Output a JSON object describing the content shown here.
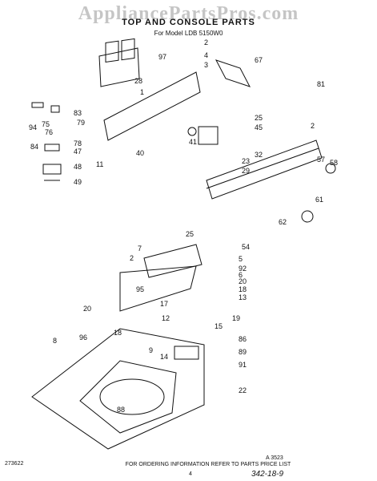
{
  "watermark": "AppliancePartsPros.com",
  "title": "TOP AND CONSOLE PARTS",
  "model_line": "For Model LDB 5150W0",
  "footer": {
    "code_left": "273622",
    "code_right": "A 3523",
    "note": "FOR ORDERING INFORMATION REFER TO PARTS PRICE LIST",
    "page": "4",
    "handwritten": "342-18-9"
  },
  "callouts": [
    "97",
    "2",
    "3",
    "4",
    "67",
    "28",
    "1",
    "81",
    "83",
    "79",
    "94",
    "75",
    "76",
    "78",
    "84",
    "47",
    "48",
    "49",
    "25",
    "45",
    "2",
    "41",
    "40",
    "11",
    "32",
    "57",
    "58",
    "23",
    "29",
    "61",
    "62",
    "25",
    "54",
    "7",
    "2",
    "5",
    "92",
    "6",
    "20",
    "18",
    "13",
    "95",
    "20",
    "17",
    "12",
    "19",
    "15",
    "9",
    "96",
    "8",
    "18",
    "14",
    "86",
    "89",
    "91",
    "88",
    "22"
  ]
}
